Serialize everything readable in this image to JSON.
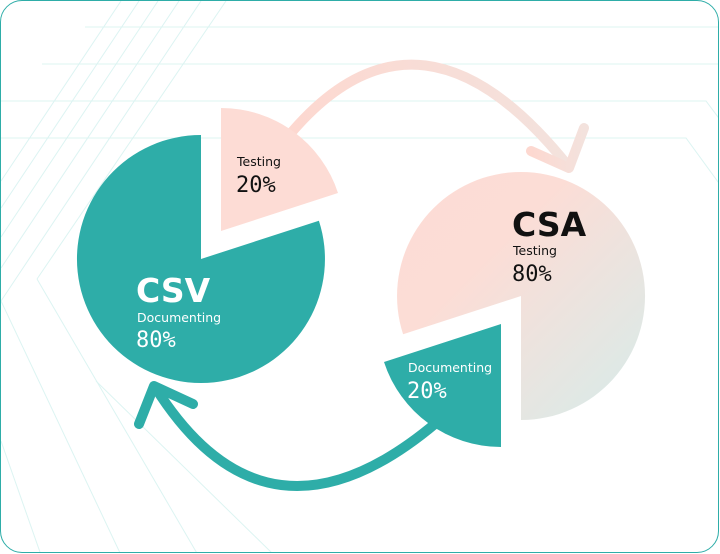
{
  "colors": {
    "teal": "#2eada8",
    "pink": "#fddcd5",
    "csa_gradient_start": "#fddcd5",
    "csa_gradient_end": "#d8ecea",
    "grid_line": "#dff5f4",
    "dark_text": "#111111",
    "light_text": "#ffffff"
  },
  "csv": {
    "title": "CSV",
    "main_slice": {
      "label": "Documenting",
      "value": "80%"
    },
    "exploded_slice": {
      "label": "Testing",
      "value": "20%"
    }
  },
  "csa": {
    "title": "CSA",
    "main_slice": {
      "label": "Testing",
      "value": "80%"
    },
    "exploded_slice": {
      "label": "Documenting",
      "value": "20%"
    }
  },
  "arrows": [
    {
      "name": "csv-testing-to-csa",
      "color": "pink",
      "direction": "csv-to-csa"
    },
    {
      "name": "csa-documenting-to-csv",
      "color": "teal",
      "direction": "csa-to-csv"
    }
  ],
  "chart_data": [
    {
      "type": "pie",
      "title": "CSV",
      "categories": [
        "Documenting",
        "Testing"
      ],
      "values": [
        80,
        20
      ],
      "unit": "%",
      "exploded": "Testing"
    },
    {
      "type": "pie",
      "title": "CSA",
      "categories": [
        "Testing",
        "Documenting"
      ],
      "values": [
        80,
        20
      ],
      "unit": "%",
      "exploded": "Documenting"
    }
  ]
}
